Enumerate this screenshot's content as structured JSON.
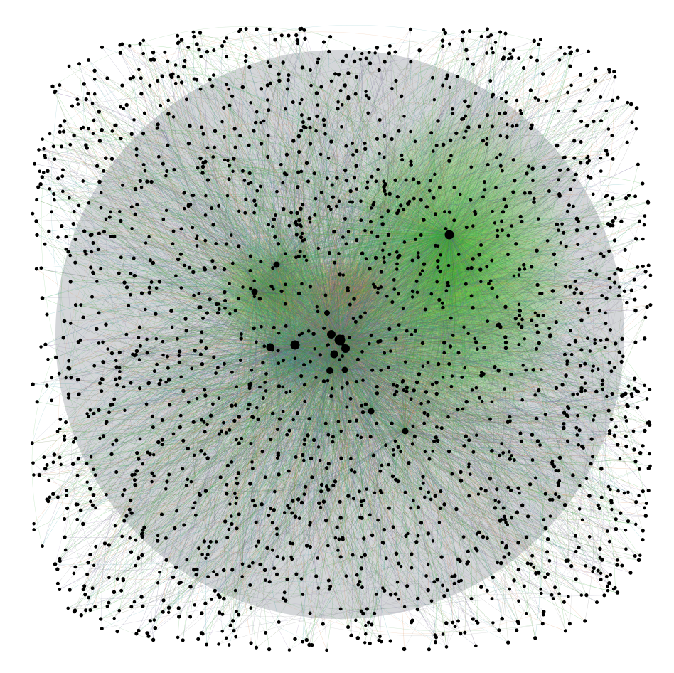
{
  "diagram": {
    "kind": "network-graph",
    "layout": "force-directed",
    "background_color": "#ffffff",
    "node_color": "#000000",
    "hub_count": 14,
    "peripheral_node_count": 2200,
    "edge_colors": [
      "#4b4f7a",
      "#6a5f8a",
      "#3f9a3f",
      "#2faa2f",
      "#8c6ea8",
      "#d9813f",
      "#2c9aa0",
      "#556b2f",
      "#7a7a7a"
    ],
    "highlight_colors": {
      "green_cluster": "#2ec000",
      "teal_cluster": "#1fa0a8",
      "orange_cluster": "#e07020",
      "pink_cluster": "#c060a0"
    }
  }
}
